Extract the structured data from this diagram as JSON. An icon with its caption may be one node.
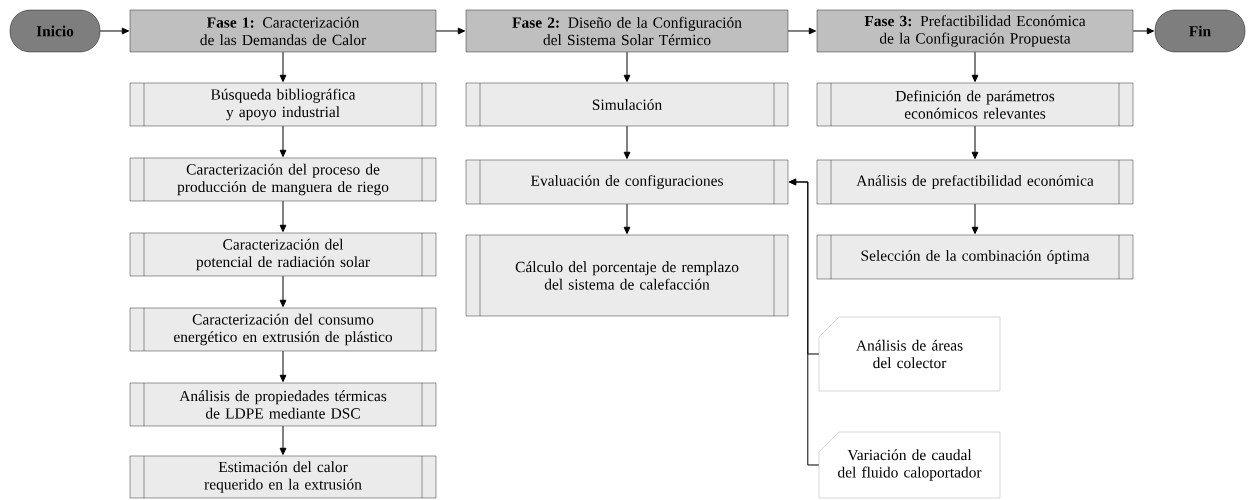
{
  "diagram": {
    "nodes": [
      {
        "text": [
          "Inicio"
        ]
      },
      {
        "text": [
          "**Fase 1:** Caracterización de las Demandas de Calor"
        ]
      },
      {
        "text": [
          "**Fase 2:** Diseño de la Configuración del Sistema Solar Térmico"
        ]
      },
      {
        "text": [
          "**Fase 3:** Prefactibilidad Económica de la Configuración Propuesta"
        ]
      },
      {
        "text": [
          "Fin"
        ]
      },
      {
        "text": [
          "Búsqueda bibliográfica y apoyo industrial"
        ]
      },
      {
        "text": [
          "Caracterización del proceso de producción de manguera de riego"
        ]
      },
      {
        "text": [
          "Caracterización del potencial de radiación solar"
        ]
      },
      {
        "text": [
          "Caracterización del consumo energético en extrusión de plástico"
        ]
      },
      {
        "text": [
          "Análisis de propiedades térmicas de LDPE mediante DSC"
        ]
      },
      {
        "text": [
          "Estimación del calor requerido en la extrusión"
        ]
      },
      {
        "text": [
          "Simulación"
        ]
      },
      {
        "text": [
          "Evaluación de configuraciones"
        ]
      },
      {
        "text": [
          "Cálculo del porcentaje de remplazo del sistema de calefacción"
        ]
      },
      {
        "text": [
          "Definición de parámetros económicos relevantes"
        ]
      },
      {
        "text": [
          "Análisis de prefactibilidad económica"
        ]
      },
      {
        "text": [
          "Selección de la combinación óptima"
        ]
      },
      {
        "text": [
          "Análisis de áreas del colector"
        ]
      },
      {
        "text": [
          "Variación de caudal del fluido caloportador"
        ]
      }
    ],
    "edges": [
      {
        "from": 0,
        "to": 1,
        "arrow": "to"
      },
      {
        "from": 1,
        "to": 2,
        "arrow": "to"
      },
      {
        "from": 2,
        "to": 3,
        "arrow": "to"
      },
      {
        "from": 3,
        "to": 4,
        "arrow": "to"
      },
      {
        "from": 1,
        "to": 5,
        "arrow": "to"
      },
      {
        "from": 5,
        "to": 6,
        "arrow": "to"
      },
      {
        "from": 6,
        "to": 7,
        "arrow": "to"
      },
      {
        "from": 7,
        "to": 8,
        "arrow": "to"
      },
      {
        "from": 8,
        "to": 9,
        "arrow": "to"
      },
      {
        "from": 9,
        "to": 10,
        "arrow": "to"
      },
      {
        "from": 2,
        "to": 11,
        "arrow": "to"
      },
      {
        "from": 11,
        "to": 12,
        "arrow": "to"
      },
      {
        "from": 12,
        "to": 13,
        "arrow": "to"
      },
      {
        "from": 3,
        "to": 14,
        "arrow": "to"
      },
      {
        "from": 14,
        "to": 15,
        "arrow": "to"
      },
      {
        "from": 15,
        "to": 16,
        "arrow": "to"
      },
      {
        "from": 17,
        "to": 12,
        "arrow": "to"
      },
      {
        "from": 18,
        "to": 12,
        "arrow": "to"
      }
    ]
  }
}
